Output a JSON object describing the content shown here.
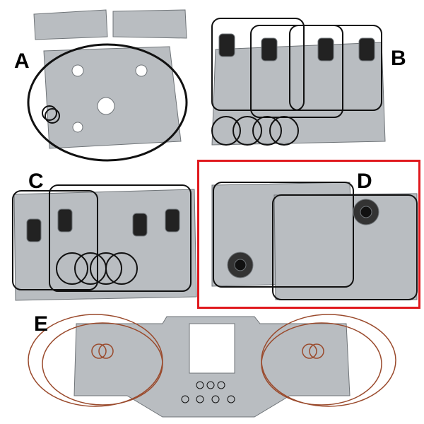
{
  "labels": {
    "a": "A",
    "b": "B",
    "c": "C",
    "d": "D",
    "e": "E"
  },
  "colors": {
    "gasket": "#b8bcc0",
    "outline": "#111111",
    "highlight": "#e0191e",
    "copper": "#9a4a2c"
  },
  "selected_kit": "D"
}
